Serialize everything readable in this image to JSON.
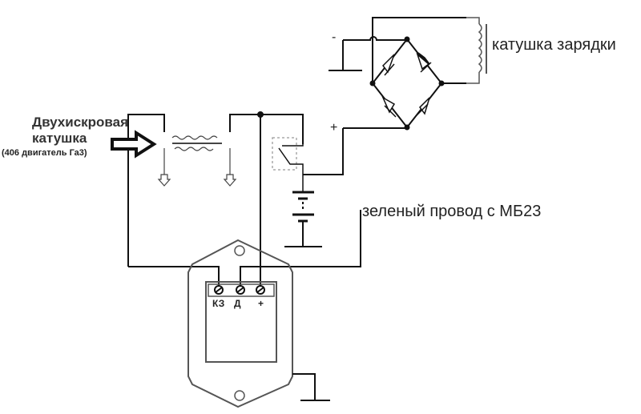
{
  "labels": {
    "ignition_coil": "Двухискровая катушка",
    "engine": "(406 двигатель Га3)",
    "charging_coil": "катушка зарядки",
    "green_wire": "зеленый провод с МБ23"
  },
  "regulator_terminals": [
    "КЗ",
    "Д",
    "+"
  ],
  "bridge_terminals": {
    "minus": "-",
    "plus": "+"
  }
}
